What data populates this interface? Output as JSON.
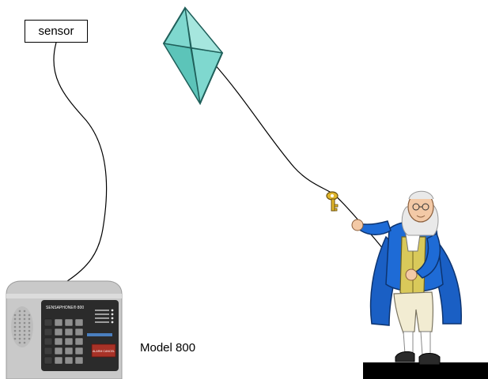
{
  "sensor": {
    "label": "sensor"
  },
  "device": {
    "model_label": "Model 800",
    "brand": "SENSAPHONE® 800",
    "alarm_label": "ALARM CANCEL",
    "status_indicators": 4,
    "keypad_keys": 20
  },
  "colors": {
    "kite_fill": "#7fd8cf",
    "kite_stroke": "#1f5f5a",
    "coat": "#1e6bd6",
    "vest": "#d9c95a",
    "breeches": "#f2ecd2",
    "skin": "#f3c9a6",
    "hair": "#e9e9e9",
    "key": "#e0b62b",
    "device_body": "#c9c9c9",
    "device_panel": "#2b2b2b",
    "alarm_button": "#a83227",
    "ground": "#000000"
  }
}
